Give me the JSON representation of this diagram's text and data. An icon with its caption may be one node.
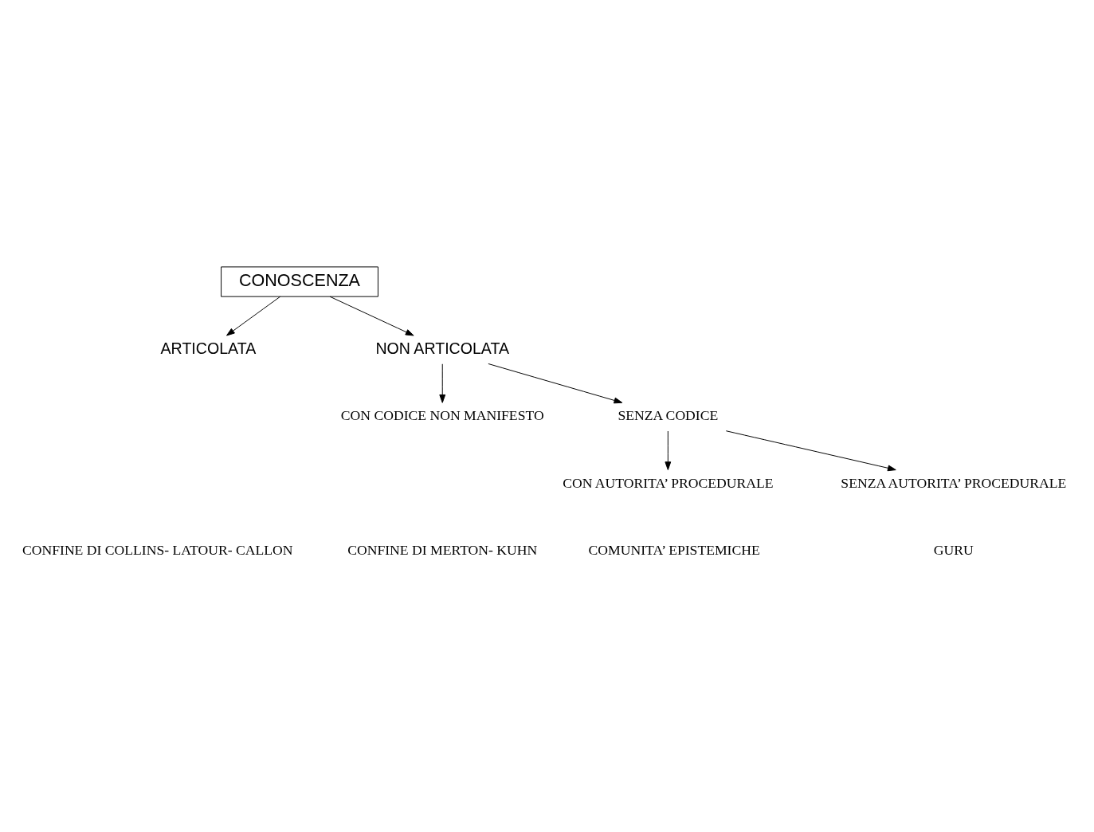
{
  "diagram": {
    "nodes": [
      {
        "text": [
          "CONOSCENZA"
        ]
      },
      {
        "text": [
          "ARTICOLATA"
        ]
      },
      {
        "text": [
          "NON ARTICOLATA"
        ]
      },
      {
        "text": [
          "CON CODICE NON MANIFESTO"
        ]
      },
      {
        "text": [
          "SENZA CODICE"
        ]
      },
      {
        "text": [
          "CON AUTORITA’ PROCEDURALE"
        ]
      },
      {
        "text": [
          "SENZA AUTORITA’ PROCEDURALE"
        ]
      }
    ],
    "edges": [
      {
        "from": 0,
        "to": 1,
        "arrow": "to"
      },
      {
        "from": 0,
        "to": 2,
        "arrow": "to"
      },
      {
        "from": 2,
        "to": 3,
        "arrow": "to"
      },
      {
        "from": 2,
        "to": 4,
        "arrow": "to"
      },
      {
        "from": 4,
        "to": 5,
        "arrow": "to"
      },
      {
        "from": 4,
        "to": 6,
        "arrow": "to"
      }
    ],
    "labels": [
      "CONFINE DI COLLINS- LATOUR- CALLON",
      "CONFINE DI MERTON- KUHN",
      "COMUNITA’ EPISTEMICHE",
      "GURU"
    ]
  }
}
